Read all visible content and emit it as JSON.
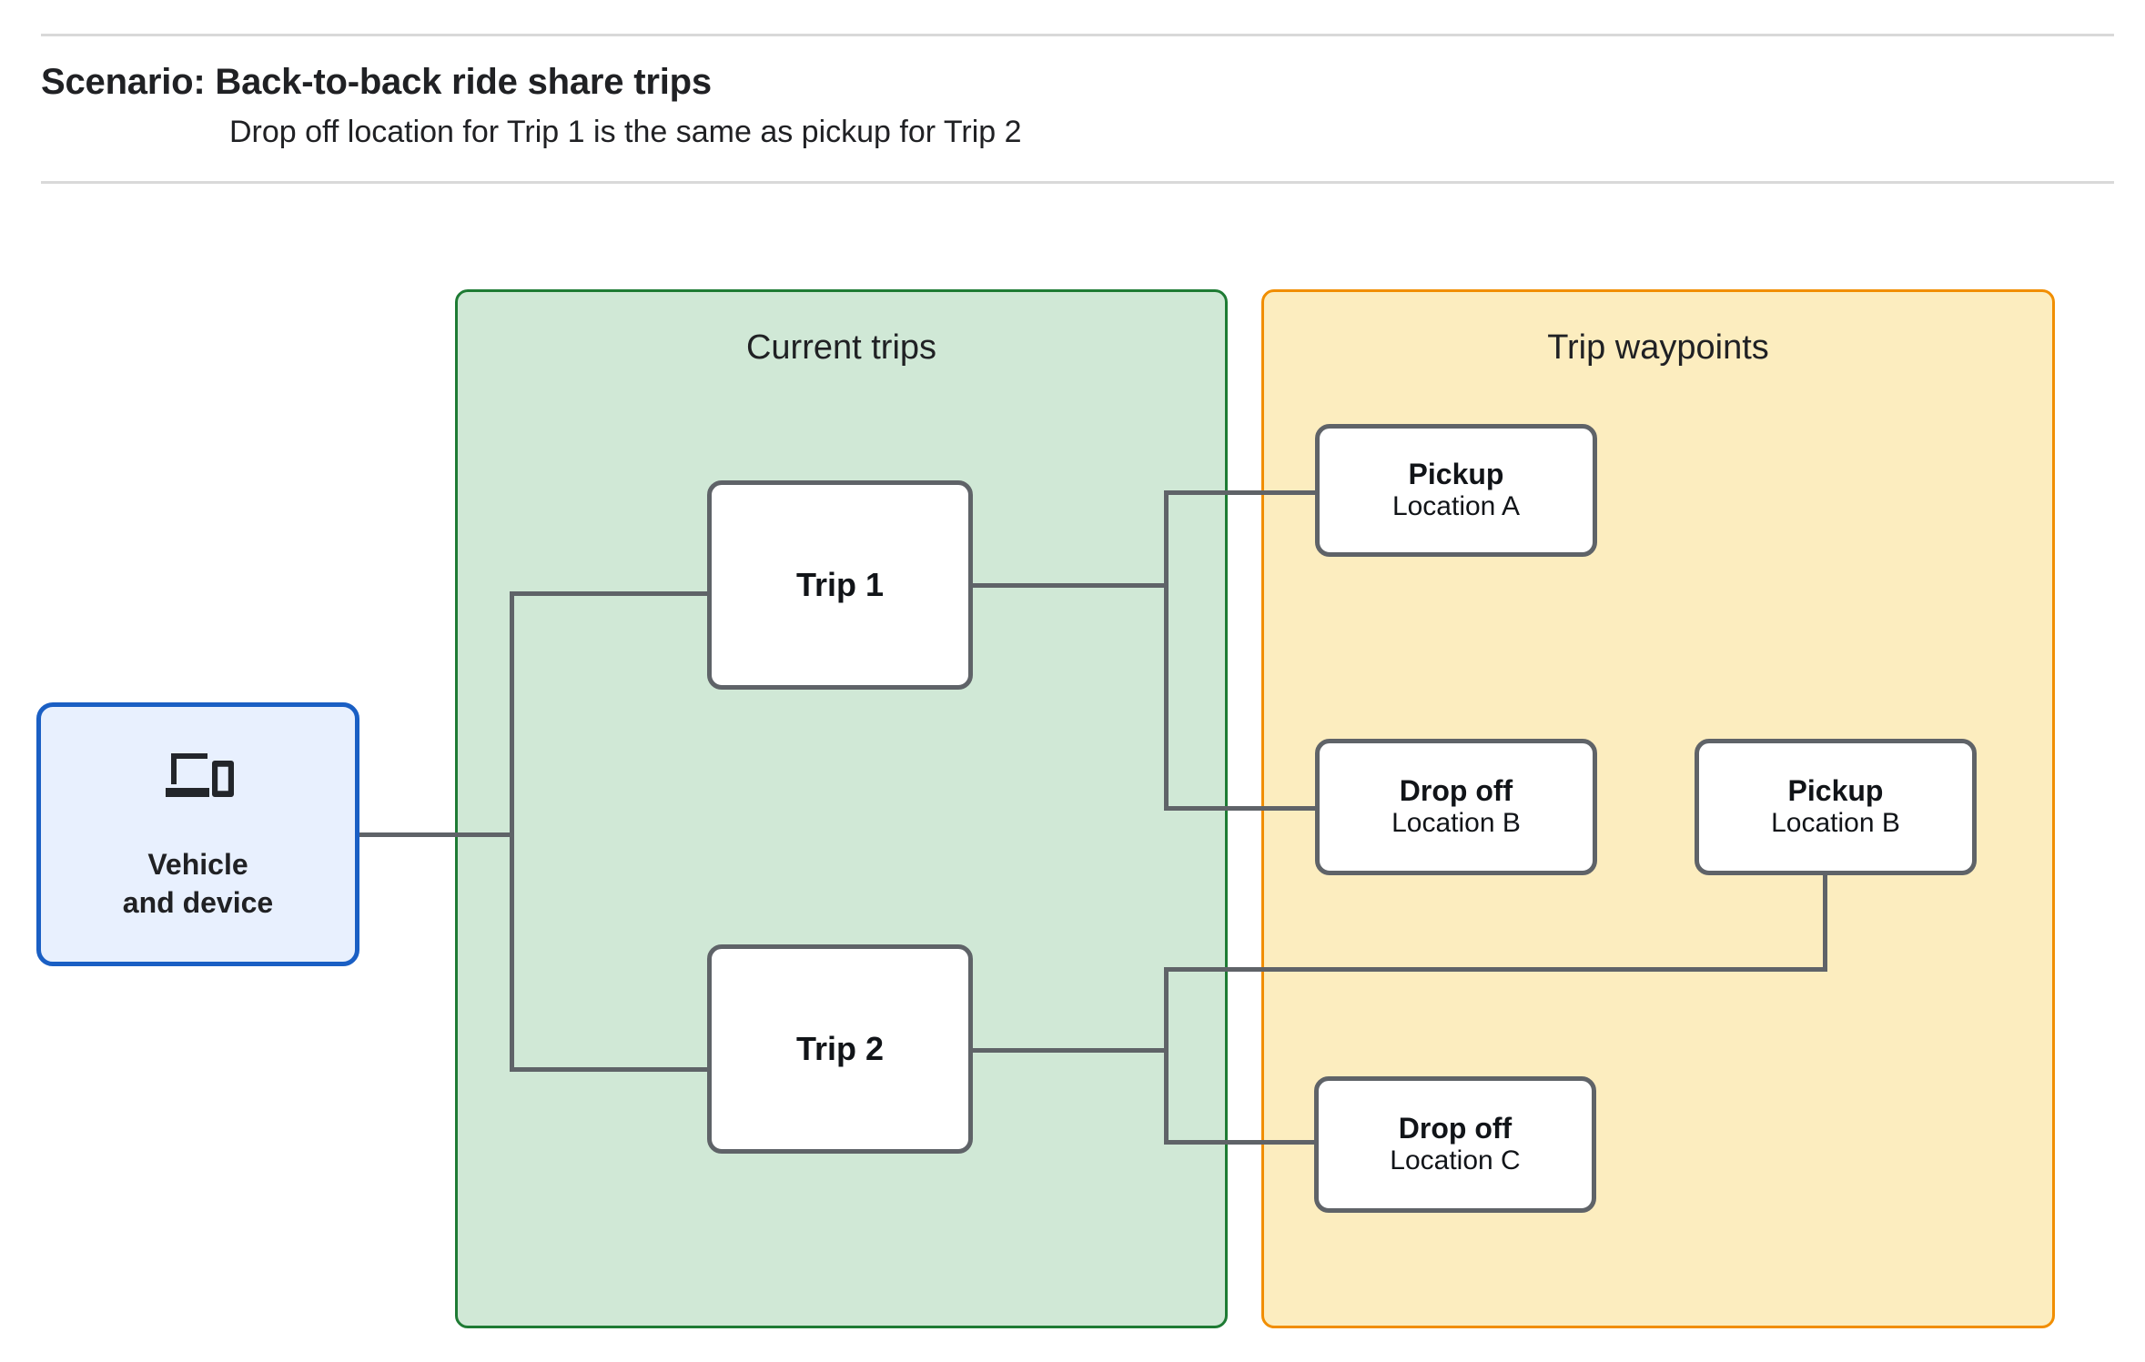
{
  "header": {
    "title": "Scenario: Back-to-back ride share trips",
    "subtitle": "Drop off  location for Trip 1 is the same as pickup for Trip 2"
  },
  "groups": {
    "trips": {
      "title": "Current trips",
      "fill": "#d0e8d6",
      "border": "#1e7b34"
    },
    "waypoints": {
      "title": "Trip waypoints",
      "fill": "#fcedbf",
      "border": "#f18e00"
    }
  },
  "vehicle": {
    "icon": "devices-icon",
    "line1": "Vehicle",
    "line2": "and device",
    "fill": "#e8f0fe",
    "border": "#1a5fc4"
  },
  "trips": [
    {
      "label": "Trip 1"
    },
    {
      "label": "Trip 2"
    }
  ],
  "waypoints": [
    {
      "type": "Pickup",
      "location": "Location A"
    },
    {
      "type": "Drop off",
      "location": "Location B"
    },
    {
      "type": "Pickup",
      "location": "Location B"
    },
    {
      "type": "Drop off",
      "location": "Location C"
    }
  ],
  "colors": {
    "node_border": "#5f6368",
    "node_fill": "#ffffff",
    "connector": "#5f6368",
    "rule": "#d9d9d9",
    "text": "#202124"
  }
}
